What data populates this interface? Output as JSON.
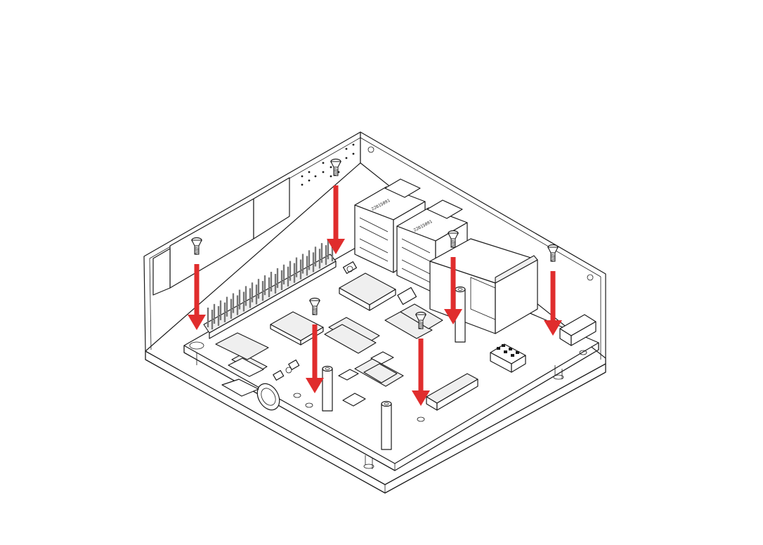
{
  "diagram": {
    "port_labels": [
      "22015091",
      "22015091"
    ],
    "arrow_color": "#e02d2d",
    "line_color": "#1a1a1a",
    "screw_count": 6,
    "icons": [
      "screw-icon",
      "down-arrow-icon"
    ]
  }
}
